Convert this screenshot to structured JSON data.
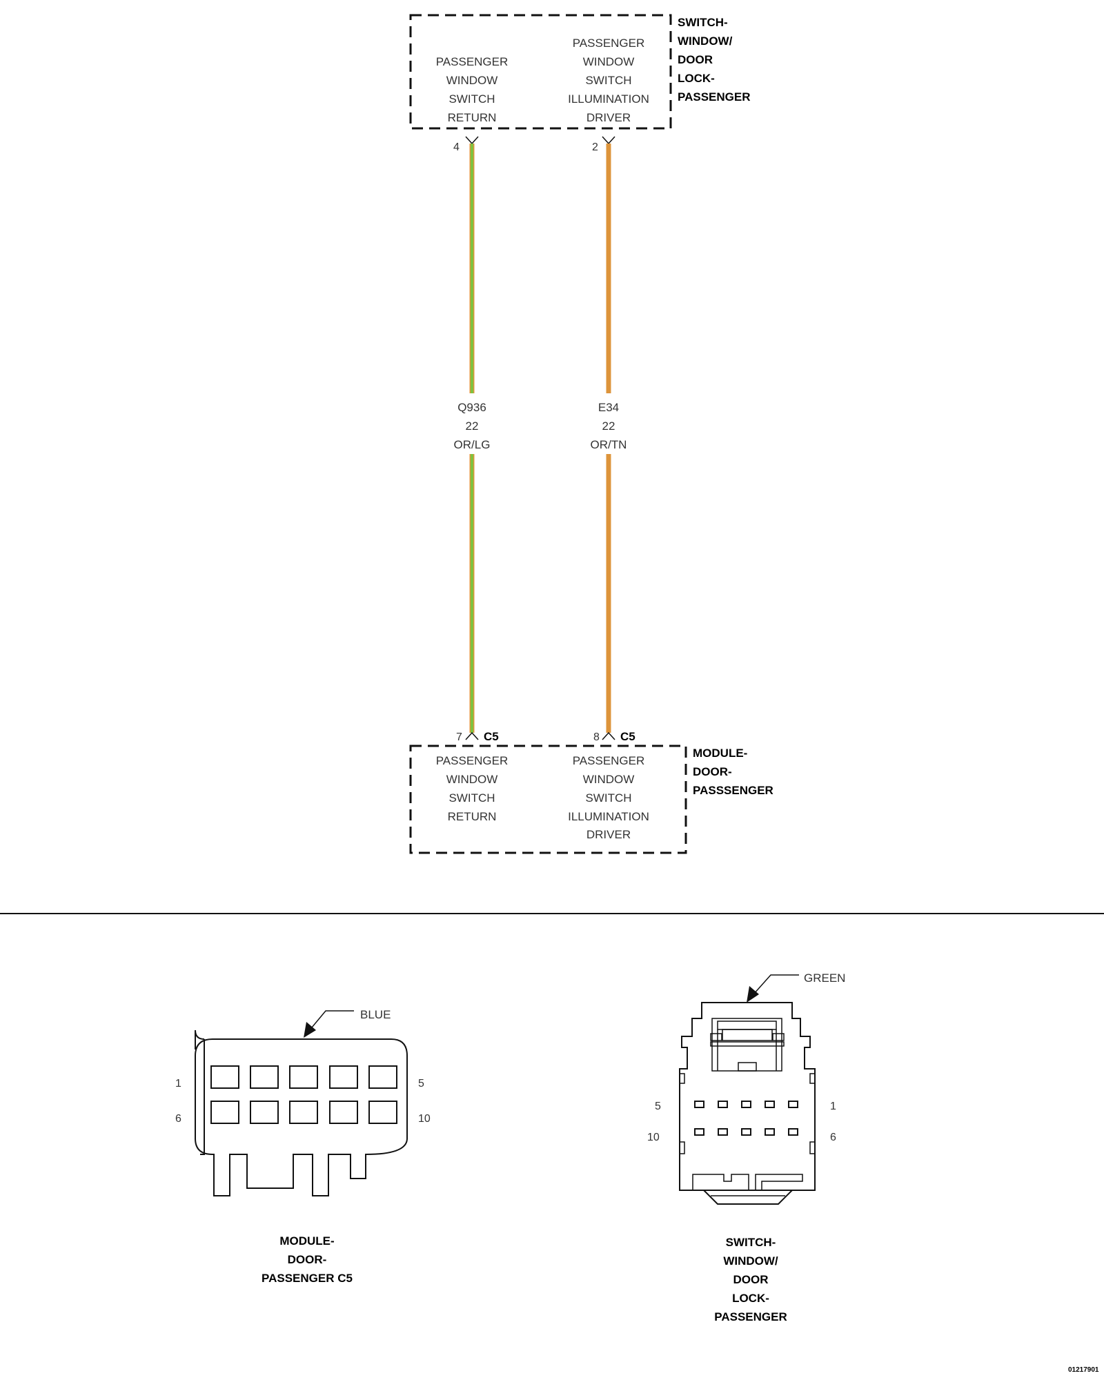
{
  "top_component": {
    "name_lines": [
      "SWITCH-",
      "WINDOW/",
      "DOOR",
      "LOCK-",
      "PASSENGER"
    ],
    "left_circuit_lines": [
      "PASSENGER",
      "WINDOW",
      "SWITCH",
      "RETURN"
    ],
    "right_circuit_lines": [
      "PASSENGER",
      "WINDOW",
      "SWITCH",
      "ILLUMINATION",
      "DRIVER"
    ],
    "left_pin": "4",
    "right_pin": "2"
  },
  "wires": [
    {
      "id": "Q936",
      "gauge": "22",
      "color_code": "OR/LG",
      "stripe_color": "#7fc241",
      "base_color": "#e09538"
    },
    {
      "id": "E34",
      "gauge": "22",
      "color_code": "OR/TN",
      "stripe_color": "#e09538",
      "base_color": "#d9953f"
    }
  ],
  "bottom_component": {
    "name_lines": [
      "MODULE-",
      "DOOR-",
      "PASSSENGER"
    ],
    "left_circuit_lines": [
      "PASSENGER",
      "WINDOW",
      "SWITCH",
      "RETURN"
    ],
    "right_circuit_lines": [
      "PASSENGER",
      "WINDOW",
      "SWITCH",
      "ILLUMINATION",
      "DRIVER"
    ],
    "left_pin": "7",
    "right_pin": "8",
    "connector": "C5"
  },
  "connector_views": [
    {
      "color_label": "BLUE",
      "pin_labels": {
        "top_left": "1",
        "top_right": "5",
        "bottom_left": "6",
        "bottom_right": "10"
      },
      "caption_lines": [
        "MODULE-",
        "DOOR-",
        "PASSENGER C5"
      ]
    },
    {
      "color_label": "GREEN",
      "pin_labels": {
        "top_left": "5",
        "top_right": "1",
        "bottom_left": "10",
        "bottom_right": "6"
      },
      "caption_lines": [
        "SWITCH-",
        "WINDOW/",
        "DOOR",
        "LOCK-",
        "PASSENGER"
      ]
    }
  ],
  "figure_id": "01217901"
}
